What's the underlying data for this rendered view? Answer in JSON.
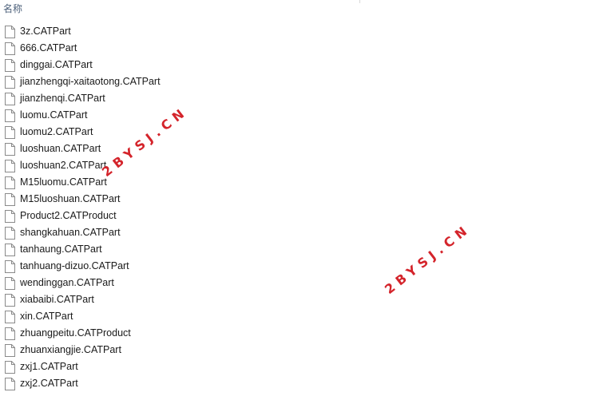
{
  "header": {
    "name_column": "名称"
  },
  "files": [
    {
      "name": "3z.CATPart",
      "icon": "file-icon"
    },
    {
      "name": "666.CATPart",
      "icon": "file-icon"
    },
    {
      "name": "dinggai.CATPart",
      "icon": "file-icon"
    },
    {
      "name": "jianzhengqi-xaitaotong.CATPart",
      "icon": "file-icon"
    },
    {
      "name": "jianzhenqi.CATPart",
      "icon": "file-icon"
    },
    {
      "name": "luomu.CATPart",
      "icon": "file-icon"
    },
    {
      "name": "luomu2.CATPart",
      "icon": "file-icon"
    },
    {
      "name": "luoshuan.CATPart",
      "icon": "file-icon"
    },
    {
      "name": "luoshuan2.CATPart",
      "icon": "file-icon"
    },
    {
      "name": "M15luomu.CATPart",
      "icon": "file-icon"
    },
    {
      "name": "M15luoshuan.CATPart",
      "icon": "file-icon"
    },
    {
      "name": "Product2.CATProduct",
      "icon": "file-icon"
    },
    {
      "name": "shangkahuan.CATPart",
      "icon": "file-icon"
    },
    {
      "name": "tanhaung.CATPart",
      "icon": "file-icon"
    },
    {
      "name": "tanhuang-dizuo.CATPart",
      "icon": "file-icon"
    },
    {
      "name": "wendinggan.CATPart",
      "icon": "file-icon"
    },
    {
      "name": "xiabaibi.CATPart",
      "icon": "file-icon"
    },
    {
      "name": "xin.CATPart",
      "icon": "file-icon"
    },
    {
      "name": "zhuangpeitu.CATProduct",
      "icon": "file-icon"
    },
    {
      "name": "zhuanxiangjie.CATPart",
      "icon": "file-icon"
    },
    {
      "name": "zxj1.CATPart",
      "icon": "file-icon"
    },
    {
      "name": "zxj2.CATPart",
      "icon": "file-icon"
    }
  ],
  "watermarks": [
    "2BYSJ.CN",
    "2BYSJ.CN"
  ],
  "colors": {
    "header_text": "#4c607a",
    "watermark": "#d4242b"
  }
}
